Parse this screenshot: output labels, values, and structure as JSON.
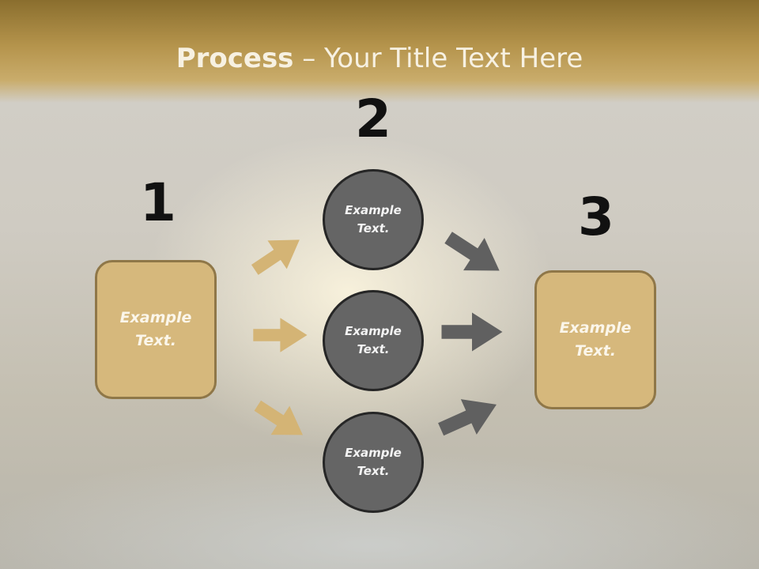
{
  "title": {
    "bold": "Process",
    "rest": " – Your Title Text Here"
  },
  "steps": [
    {
      "number": "1",
      "text": "Example Text."
    },
    {
      "number": "2",
      "items": [
        "Example Text.",
        "Example Text.",
        "Example Text."
      ]
    },
    {
      "number": "3",
      "text": "Example Text."
    }
  ],
  "colors": {
    "header_gold": "#b5944c",
    "box_fill": "#d6b87c",
    "box_border": "#8f7748",
    "circle_fill": "#656565",
    "arrow_tan": "#d4b475",
    "arrow_gray": "#606060"
  }
}
